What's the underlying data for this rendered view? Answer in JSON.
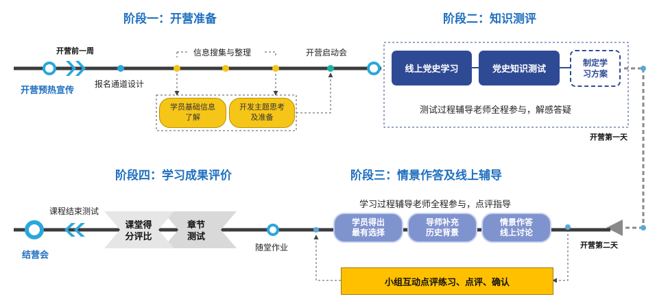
{
  "stages": {
    "stage1": "阶段一：开营准备",
    "stage2": "阶段二：知识测评",
    "stage3": "阶段三：情景作答及线上辅导",
    "stage4": "阶段四：学习成果评价"
  },
  "top": {
    "week_before": "开营前一周",
    "preheat": "开营预热宣传",
    "enroll_design": "报名通道设计",
    "info_collect": "信息搜集与整理",
    "opening": "开营启动会",
    "box_learn_line1": "学员基础信息",
    "box_learn_line2": "了解",
    "box_topic_line1": "开发主题思考",
    "box_topic_line2": "及准备",
    "online_history": "线上党史学习",
    "history_test": "党史知识测试",
    "plan_line1": "制定学",
    "plan_line2": "习方案",
    "test_note": "测试过程辅导老师全程参与，解感答疑",
    "day_one": "开营第一天"
  },
  "bottom": {
    "course_end_test": "课程结束测试",
    "closing": "结营会",
    "class_score_line1": "课堂得",
    "class_score_line2": "分评比",
    "chapter_test_line1": "章节",
    "chapter_test_line2": "测试",
    "homework": "随堂作业",
    "study_note": "学习过程辅导老师全程参与，点评指导",
    "best_choice_line1": "学员得出",
    "best_choice_line2": "最有选择",
    "mentor_line1": "导师补充",
    "mentor_line2": "历史背景",
    "scenario_line1": "情景作答",
    "scenario_line2": "线上讨论",
    "day_two": "开营第二天",
    "group_interact": "小组互动点评练习、点评、确认"
  }
}
